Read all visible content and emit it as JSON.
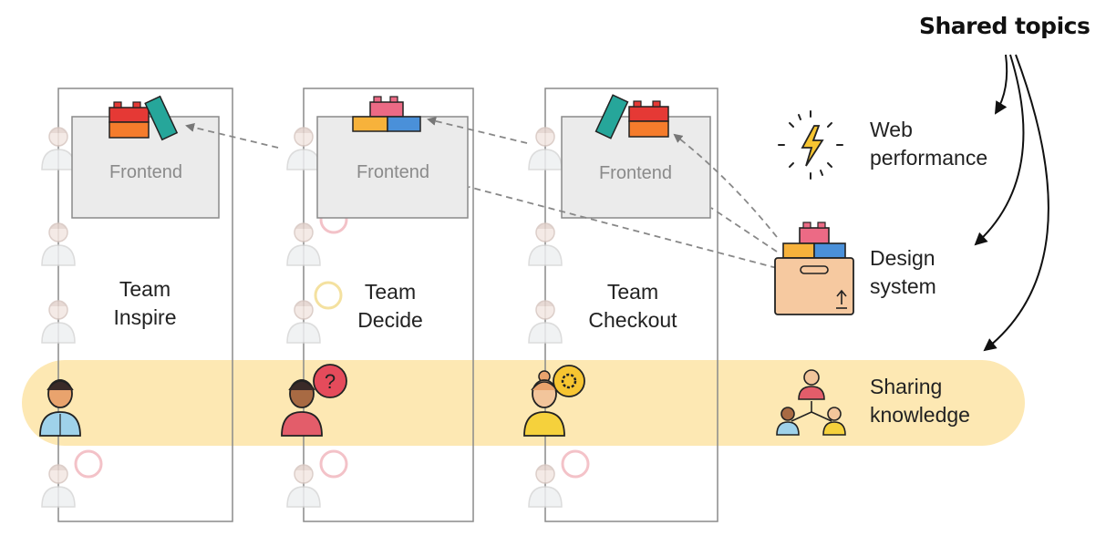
{
  "title": "Shared topics",
  "teams": [
    {
      "name_line1": "Team",
      "name_line2": "Inspire",
      "frontend_label": "Frontend"
    },
    {
      "name_line1": "Team",
      "name_line2": "Decide",
      "frontend_label": "Frontend"
    },
    {
      "name_line1": "Team",
      "name_line2": "Checkout",
      "frontend_label": "Frontend"
    }
  ],
  "topics": [
    {
      "line1": "Web",
      "line2": "performance",
      "icon": "lightning-icon"
    },
    {
      "line1": "Design",
      "line2": "system",
      "icon": "design-system-box-icon"
    },
    {
      "line1": "Sharing",
      "line2": "knowledge",
      "icon": "knowledge-network-icon"
    }
  ],
  "colors": {
    "band": "#fde8b3",
    "frontend_box": "#ebebeb",
    "block_red": "#e53935",
    "block_orange": "#f57c2c",
    "block_teal": "#26a69a",
    "block_pink": "#ec6a85",
    "block_blue": "#4a90d9",
    "block_yellow": "#f7b23b",
    "box_brown": "#f6c9a0"
  }
}
